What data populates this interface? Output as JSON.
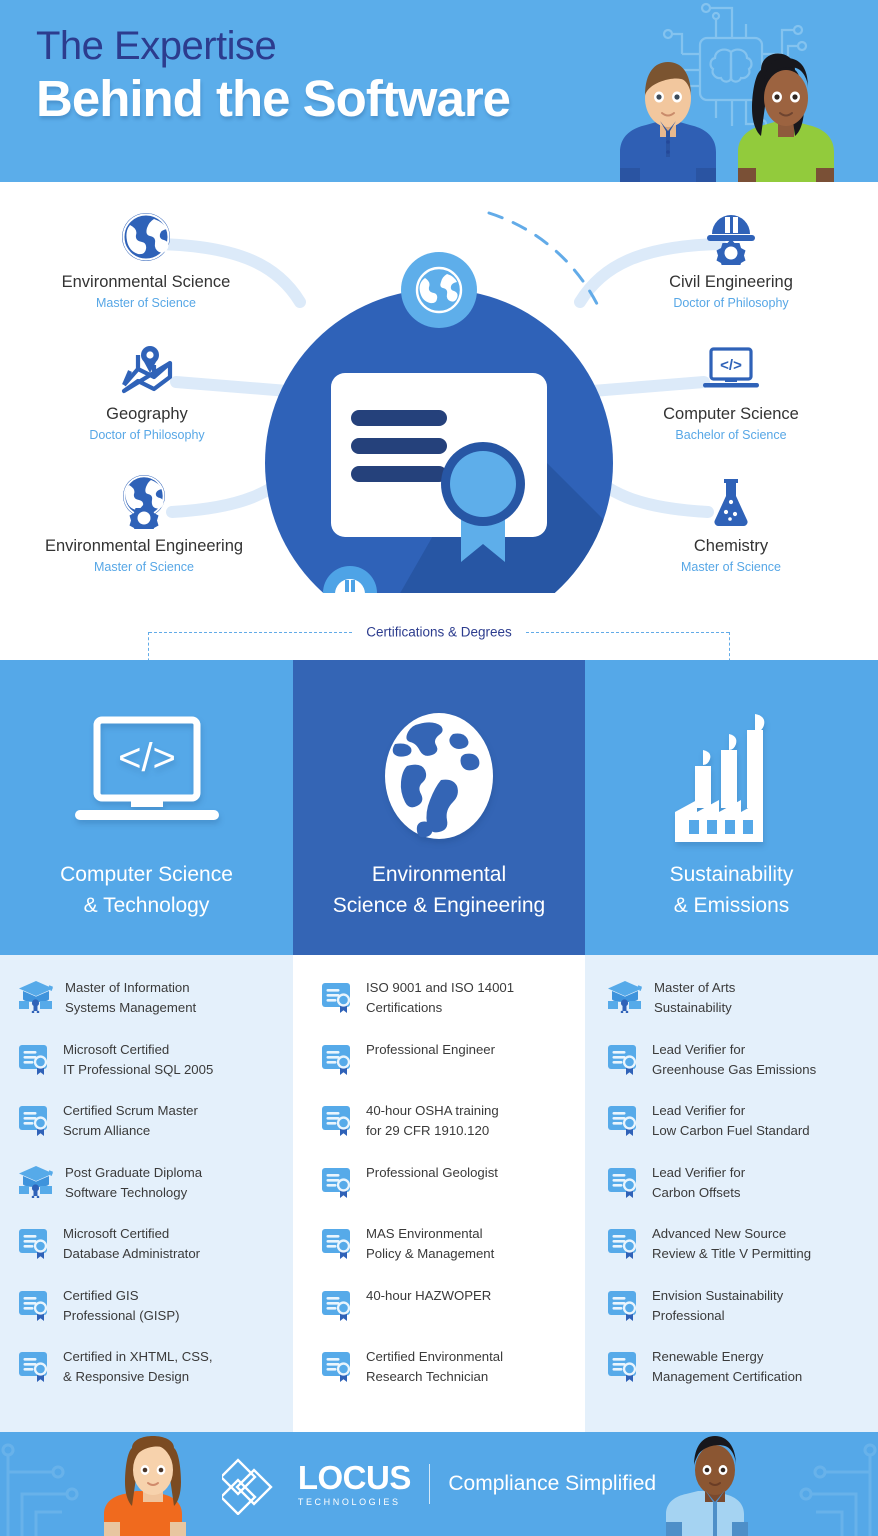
{
  "header": {
    "title_line1": "The Expertise",
    "title_line2": "Behind the Software",
    "bg_color": "#5BADEA",
    "line1_color": "#2C3C8E",
    "line2_color": "#FFFFFF"
  },
  "diagram": {
    "legend_label": "Certifications & Degrees",
    "center_icon": "certificate-icon",
    "center_badge_top": "globe-icon",
    "center_badge_bottom": "hardhat-icon",
    "nodes": [
      {
        "title": "Environmental Science",
        "degree": "Master of Science",
        "icon": "globe-icon",
        "side": "left"
      },
      {
        "title": "Geography",
        "degree": "Doctor of Philosophy",
        "icon": "map-icon",
        "side": "left"
      },
      {
        "title": "Environmental Engineering",
        "degree": "Master of Science",
        "icon": "globe-gear-icon",
        "side": "left"
      },
      {
        "title": "Civil Engineering",
        "degree": "Doctor of Philosophy",
        "icon": "hardhat-gear-icon",
        "side": "right"
      },
      {
        "title": "Computer Science",
        "degree": "Bachelor of Science",
        "icon": "laptop-code-icon",
        "side": "right"
      },
      {
        "title": "Chemistry",
        "degree": "Master of Science",
        "icon": "flask-icon",
        "side": "right"
      }
    ]
  },
  "categories": [
    {
      "title_line1": "Computer Science",
      "title_line2": "& Technology",
      "icon": "laptop-code-icon",
      "bg_color": "#55A8E8",
      "items": [
        {
          "icon": "graduation-cap-icon",
          "line1": "Master of Information",
          "line2": "Systems Management"
        },
        {
          "icon": "certificate-icon",
          "line1": "Microsoft Certified",
          "line2": "IT Professional SQL 2005"
        },
        {
          "icon": "certificate-icon",
          "line1": "Certified Scrum Master",
          "line2": "Scrum Alliance"
        },
        {
          "icon": "graduation-cap-icon",
          "line1": "Post Graduate Diploma",
          "line2": "Software Technology"
        },
        {
          "icon": "certificate-icon",
          "line1": "Microsoft Certified",
          "line2": "Database Administrator"
        },
        {
          "icon": "certificate-icon",
          "line1": "Certified GIS",
          "line2": "Professional (GISP)"
        },
        {
          "icon": "certificate-icon",
          "line1": "Certified in XHTML, CSS,",
          "line2": "& Responsive Design"
        }
      ]
    },
    {
      "title_line1": "Environmental",
      "title_line2": "Science & Engineering",
      "icon": "globe-icon",
      "bg_color": "#3465B5",
      "items": [
        {
          "icon": "certificate-icon",
          "line1": "ISO 9001 and ISO 14001",
          "line2": "Certifications"
        },
        {
          "icon": "certificate-icon",
          "line1": "Professional Engineer",
          "line2": ""
        },
        {
          "icon": "certificate-icon",
          "line1": "40-hour OSHA training",
          "line2": "for 29 CFR 1910.120"
        },
        {
          "icon": "certificate-icon",
          "line1": "Professional Geologist",
          "line2": ""
        },
        {
          "icon": "certificate-icon",
          "line1": "MAS Environmental",
          "line2": "Policy & Management"
        },
        {
          "icon": "certificate-icon",
          "line1": "40-hour HAZWOPER",
          "line2": ""
        },
        {
          "icon": "certificate-icon",
          "line1": "Certified Environmental",
          "line2": "Research Technician"
        }
      ]
    },
    {
      "title_line1": "Sustainability",
      "title_line2": "& Emissions",
      "icon": "factory-icon",
      "bg_color": "#55A8E8",
      "items": [
        {
          "icon": "graduation-cap-icon",
          "line1": "Master of Arts",
          "line2": "Sustainability"
        },
        {
          "icon": "certificate-icon",
          "line1": "Lead Verifier for",
          "line2": "Greenhouse Gas Emissions"
        },
        {
          "icon": "certificate-icon",
          "line1": "Lead Verifier for",
          "line2": "Low Carbon Fuel Standard"
        },
        {
          "icon": "certificate-icon",
          "line1": "Lead Verifier for",
          "line2": "Carbon Offsets"
        },
        {
          "icon": "certificate-icon",
          "line1": "Advanced New Source",
          "line2": "Review & Title V Permitting"
        },
        {
          "icon": "certificate-icon",
          "line1": "Envision Sustainability",
          "line2": "Professional"
        },
        {
          "icon": "certificate-icon",
          "line1": "Renewable Energy",
          "line2": "Management Certification"
        }
      ]
    }
  ],
  "footer": {
    "logo_word": "LOCUS",
    "logo_sub": "TECHNOLOGIES",
    "tagline": "Compliance Simplified",
    "bg_color": "#55A8E8"
  }
}
